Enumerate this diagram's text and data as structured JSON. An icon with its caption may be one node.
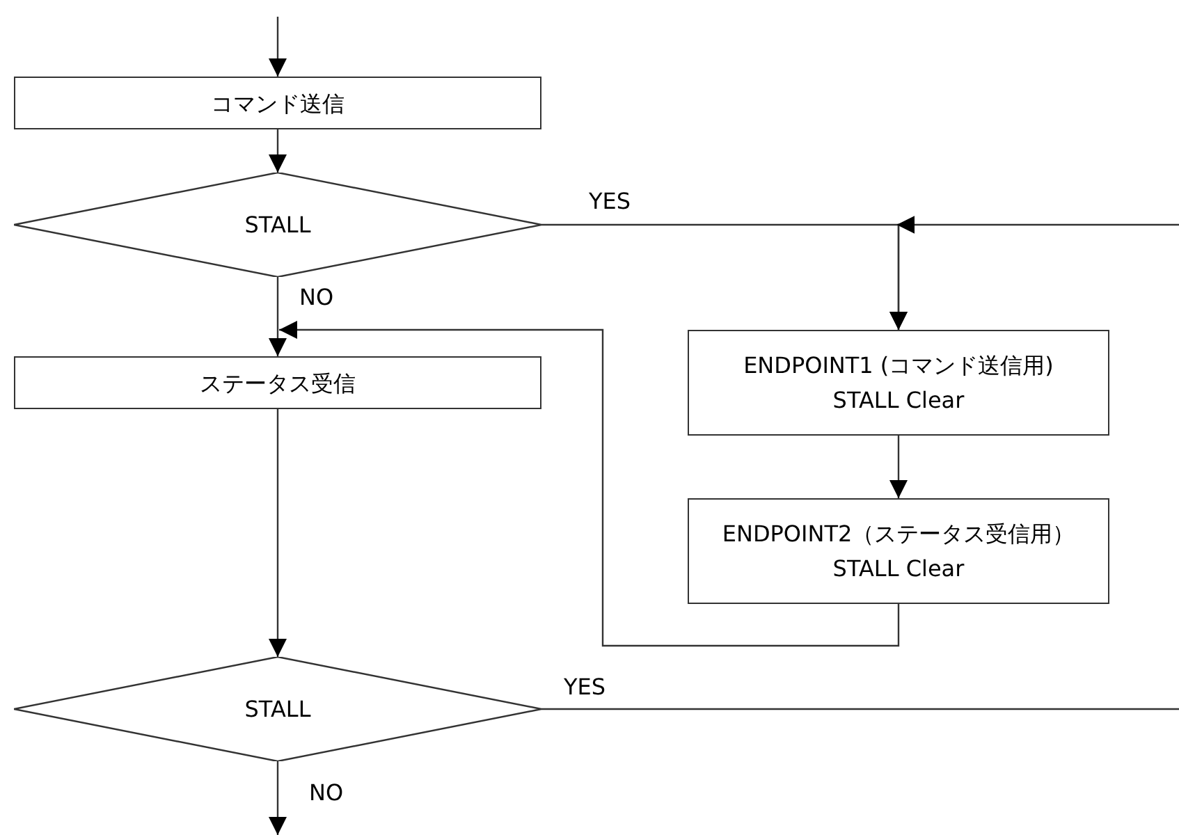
{
  "diagram": {
    "nodes": [
      {
        "text": [
          "コマンド送信"
        ]
      },
      {
        "text": [
          "STALL"
        ]
      },
      {
        "text": [
          "ステータス受信"
        ]
      },
      {
        "text": [
          "ENDPOINT1 (コマンド送信用)",
          "STALL Clear"
        ]
      },
      {
        "text": [
          "ENDPOINT2（ステータス受信用）",
          "STALL Clear"
        ]
      },
      {
        "text": [
          "STALL"
        ]
      }
    ],
    "edges": [
      {
        "from": null,
        "to": 0,
        "arrow": "to"
      },
      {
        "from": 0,
        "to": 1,
        "arrow": "to"
      },
      {
        "from": 1,
        "to": 3,
        "arrow": "to",
        "label": "YES"
      },
      {
        "from": null,
        "to": 3,
        "arrow": "to"
      },
      {
        "from": 1,
        "to": 2,
        "arrow": "to",
        "label": "NO"
      },
      {
        "from": 3,
        "to": 4,
        "arrow": "to"
      },
      {
        "from": 4,
        "to": 2,
        "arrow": "to"
      },
      {
        "from": 2,
        "to": 5,
        "arrow": "to"
      },
      {
        "from": 5,
        "to": null,
        "arrow": "to",
        "label": "NO"
      },
      {
        "from": 5,
        "to": null,
        "arrow": "none",
        "label": "YES"
      }
    ]
  }
}
